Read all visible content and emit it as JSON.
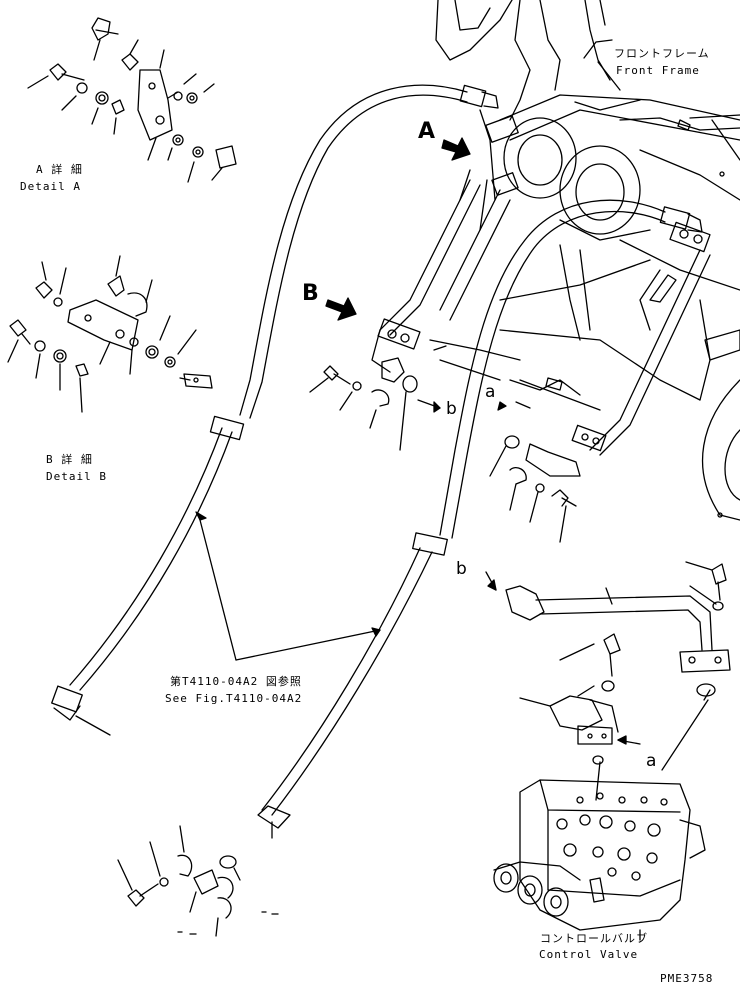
{
  "labels": {
    "front_frame_jp": "フロントフレーム",
    "front_frame_en": "Front Frame",
    "detail_a_jp": "A 詳 細",
    "detail_a_en": "Detail A",
    "detail_b_jp": "B 詳 細",
    "detail_b_en": "Detail B",
    "ref_jp": "第T4110-04A2 図参照",
    "ref_en": "See Fig.T4110-04A2",
    "control_valve_jp": "コントロールバルブ",
    "control_valve_en": "Control Valve",
    "drawing_code": "PME3758"
  },
  "callouts": {
    "view_a": "A",
    "view_b": "B",
    "joint_a_top": "a",
    "joint_a_bottom": "a",
    "joint_b_left": "b",
    "joint_b_right": "b"
  }
}
